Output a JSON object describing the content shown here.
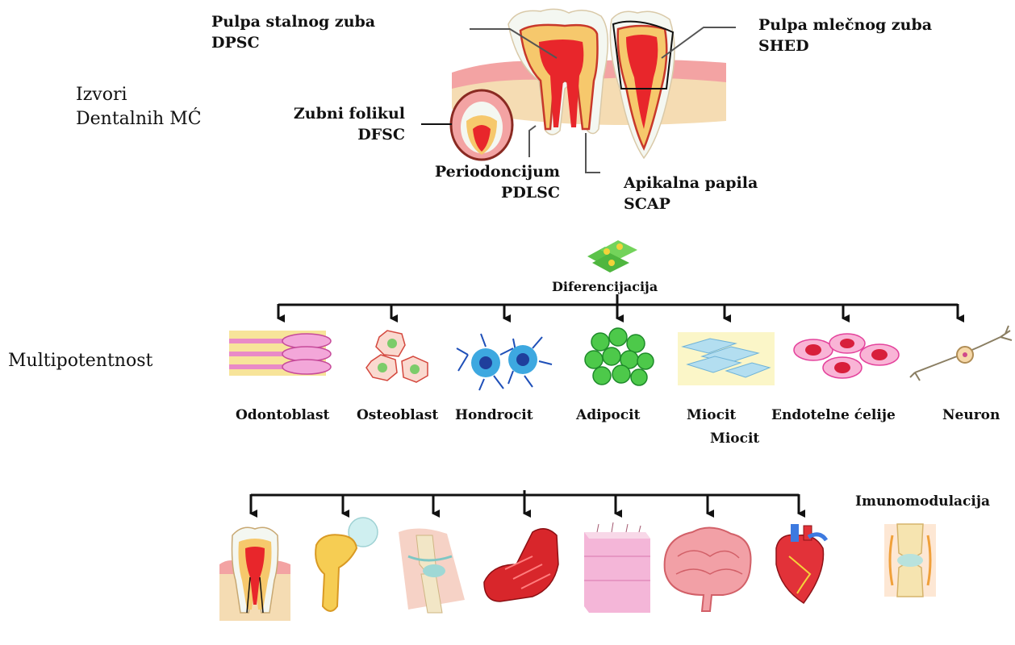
{
  "sources": {
    "title_line1": "Izvori",
    "title_line2": "Dentalnih MĆ",
    "dpsc_name": "Pulpa stalnog zuba",
    "dpsc_abbr": "DPSC",
    "shed_name": "Pulpa mlečnog zuba",
    "shed_abbr": "SHED",
    "dfsc_name": "Zubni folikul",
    "dfsc_abbr": "DFSC",
    "pdlsc_name": "Periodoncijum",
    "pdlsc_abbr": "PDLSC",
    "scap_name": "Apikalna papila",
    "scap_abbr": "SCAP"
  },
  "differentiation_label": "Diferencijacija",
  "multipotency_label": "Multipotentnost",
  "cell_types": [
    {
      "label": "Odontoblast"
    },
    {
      "label": "Osteoblast"
    },
    {
      "label": "Hondrocit"
    },
    {
      "label": "Adipocit"
    },
    {
      "label": "Miocit"
    },
    {
      "label": "Endotelne ćelije"
    },
    {
      "label": "Neuron"
    }
  ],
  "extra_label": "Miocit",
  "immunomodulation_label": "Imunomodulacija",
  "colors": {
    "pulp": "#e8262b",
    "dentin": "#f6c86c",
    "enamel": "#f4f7f1",
    "gum": "#f3a3a3",
    "bone": "#f5dcb3",
    "arrow": "#111111"
  }
}
